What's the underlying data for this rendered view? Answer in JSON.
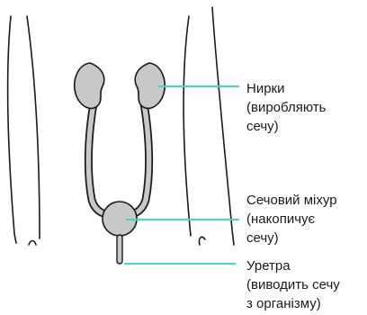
{
  "labels": {
    "kidneys": {
      "lines": [
        "Нирки",
        "(виробляють",
        "сечу)"
      ]
    },
    "bladder": {
      "lines": [
        "Сечовий міхур",
        "(накопичує",
        "сечу)"
      ]
    },
    "urethra": {
      "lines": [
        "Уретра",
        "(виводить сечу",
        "з організму)"
      ]
    }
  },
  "colors": {
    "outline": "#1a1a1a",
    "organ_fill": "#c8c8c8",
    "leader": "#3fd8cf"
  }
}
